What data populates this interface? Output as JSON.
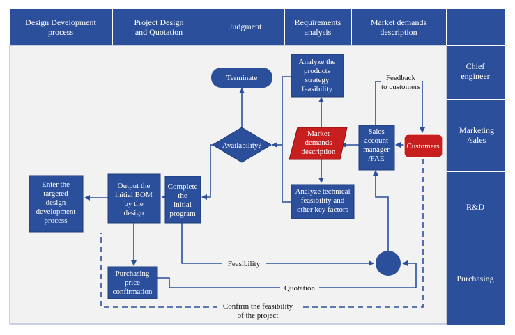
{
  "colors": {
    "band": "#2b4f9a",
    "box": "#2b4f9a",
    "accent": "#c81e1e",
    "panel": "#f2f2f2",
    "line": "#2b4f9a"
  },
  "header": {
    "columns": [
      {
        "lines": [
          "Design Development",
          "process"
        ]
      },
      {
        "lines": [
          "Project Design",
          "and Quotation"
        ]
      },
      {
        "lines": [
          "Judgment"
        ]
      },
      {
        "lines": [
          "Requirements",
          "analysis"
        ]
      },
      {
        "lines": [
          "Market demands",
          "description"
        ]
      }
    ]
  },
  "lanes": [
    {
      "lines": [
        "Chief",
        "engineer"
      ]
    },
    {
      "lines": [
        "Marketing",
        "/sales"
      ]
    },
    {
      "lines": [
        "R&D"
      ]
    },
    {
      "lines": [
        "Purchasing"
      ]
    }
  ],
  "nodes": {
    "terminate": {
      "lines": [
        "Terminate"
      ]
    },
    "analyze_strategy": {
      "lines": [
        "Analyze the",
        "products",
        "strategy",
        "feasibility"
      ]
    },
    "availability": {
      "lines": [
        "Availability?"
      ]
    },
    "market_demands": {
      "lines": [
        "Market",
        "demands",
        "description"
      ]
    },
    "sales_manager": {
      "lines": [
        "Sales",
        "account",
        "manager",
        "/FAE"
      ]
    },
    "customers": {
      "lines": [
        "Customers"
      ]
    },
    "analyze_technical": {
      "lines": [
        "Analyze technical",
        "feasibility and",
        "other key factors"
      ]
    },
    "enter_targeted": {
      "lines": [
        "Enter the",
        "targeted",
        "design",
        "development",
        "process"
      ]
    },
    "output_bom": {
      "lines": [
        "Output the",
        "initial BOM",
        "by the",
        "design"
      ]
    },
    "complete_program": {
      "lines": [
        "Complete",
        "the",
        "initial",
        "program"
      ]
    },
    "purchasing_price": {
      "lines": [
        "Purchasing",
        "price",
        "confirmation"
      ]
    }
  },
  "labels": {
    "feedback": {
      "lines": [
        "Feedback",
        "to customers"
      ]
    },
    "feasibility": {
      "lines": [
        "Feasibility"
      ]
    },
    "quotation": {
      "lines": [
        "Quotation"
      ]
    },
    "confirm": {
      "lines": [
        "Confirm the feasibility",
        "of the project"
      ]
    }
  }
}
